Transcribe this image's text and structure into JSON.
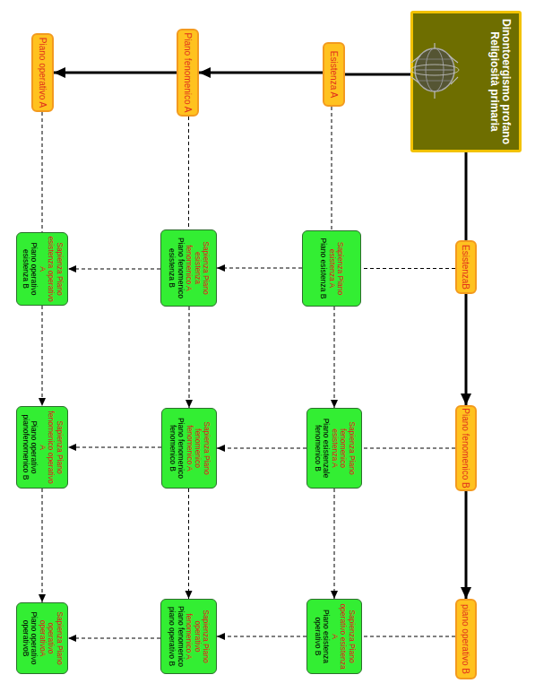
{
  "diagram": {
    "nodes": [
      {
        "text": [
          "Dinontoergismo profano",
          "Religiosità primaria"
        ]
      },
      {
        "text": [
          "Esistenza A"
        ]
      },
      {
        "text": [
          "Piano fenomenico A"
        ]
      },
      {
        "text": [
          "Piano operativo A"
        ]
      },
      {
        "text": [
          "EsistenzaB"
        ]
      },
      {
        "text": [
          "Piano fenomenico B"
        ]
      },
      {
        "text": [
          "piano operativo B"
        ]
      },
      {
        "text": [
          "Sapienza Piano esistenza A",
          "Piano esistenza B"
        ]
      },
      {
        "text": [
          "Sapienza Piano esistenza fenomenico A",
          "Piano fenomenico esistenza B"
        ]
      },
      {
        "text": [
          "Sapienza Piano esistenza operativo A",
          "Piano operativo esistenza B"
        ]
      },
      {
        "text": [
          "Sapienza Piano fenomenico esistenza A",
          "Piano esistenzale fenomenico B"
        ]
      },
      {
        "text": [
          "Sapienza Piano fenomenico fenomenico A",
          "Piano fenomenico fenomenico B"
        ]
      },
      {
        "text": [
          "Sapienza Piano fenomenico operativo A",
          "Piano operativo pianofenomenico B"
        ]
      },
      {
        "text": [
          "Sapienza Piano operativo esistenza A",
          "Piano esistenza operativo B"
        ]
      },
      {
        "text": [
          "Sapienza Piano operativo fenomenico A",
          "Piano fenomenico piano operativo B"
        ]
      },
      {
        "text": [
          "Sapienza Piano operativo operativoA",
          "Piano operativo operativoB"
        ]
      }
    ],
    "edges": [
      {
        "from": 0,
        "to": 1,
        "arrow": "none"
      },
      {
        "from": 1,
        "to": 2,
        "arrow": "to"
      },
      {
        "from": 2,
        "to": 3,
        "arrow": "to"
      },
      {
        "from": 0,
        "to": 4,
        "arrow": "none"
      },
      {
        "from": 4,
        "to": 5,
        "arrow": "to"
      },
      {
        "from": 5,
        "to": 6,
        "arrow": "to"
      },
      {
        "from": 4,
        "to": 7,
        "arrow": "none"
      },
      {
        "from": 7,
        "to": 8,
        "arrow": "to"
      },
      {
        "from": 8,
        "to": 9,
        "arrow": "to"
      },
      {
        "from": 5,
        "to": 10,
        "arrow": "none"
      },
      {
        "from": 10,
        "to": 11,
        "arrow": "to"
      },
      {
        "from": 11,
        "to": 12,
        "arrow": "to"
      },
      {
        "from": 6,
        "to": 13,
        "arrow": "none"
      },
      {
        "from": 13,
        "to": 14,
        "arrow": "to"
      },
      {
        "from": 14,
        "to": 15,
        "arrow": "to"
      },
      {
        "from": 1,
        "to": 7,
        "arrow": "none"
      },
      {
        "from": 7,
        "to": 10,
        "arrow": "to"
      },
      {
        "from": 10,
        "to": 13,
        "arrow": "to"
      },
      {
        "from": 2,
        "to": 8,
        "arrow": "none"
      },
      {
        "from": 8,
        "to": 11,
        "arrow": "to"
      },
      {
        "from": 11,
        "to": 14,
        "arrow": "to"
      },
      {
        "from": 3,
        "to": 9,
        "arrow": "none"
      },
      {
        "from": 9,
        "to": 12,
        "arrow": "to"
      },
      {
        "from": 12,
        "to": 15,
        "arrow": "to"
      }
    ]
  }
}
